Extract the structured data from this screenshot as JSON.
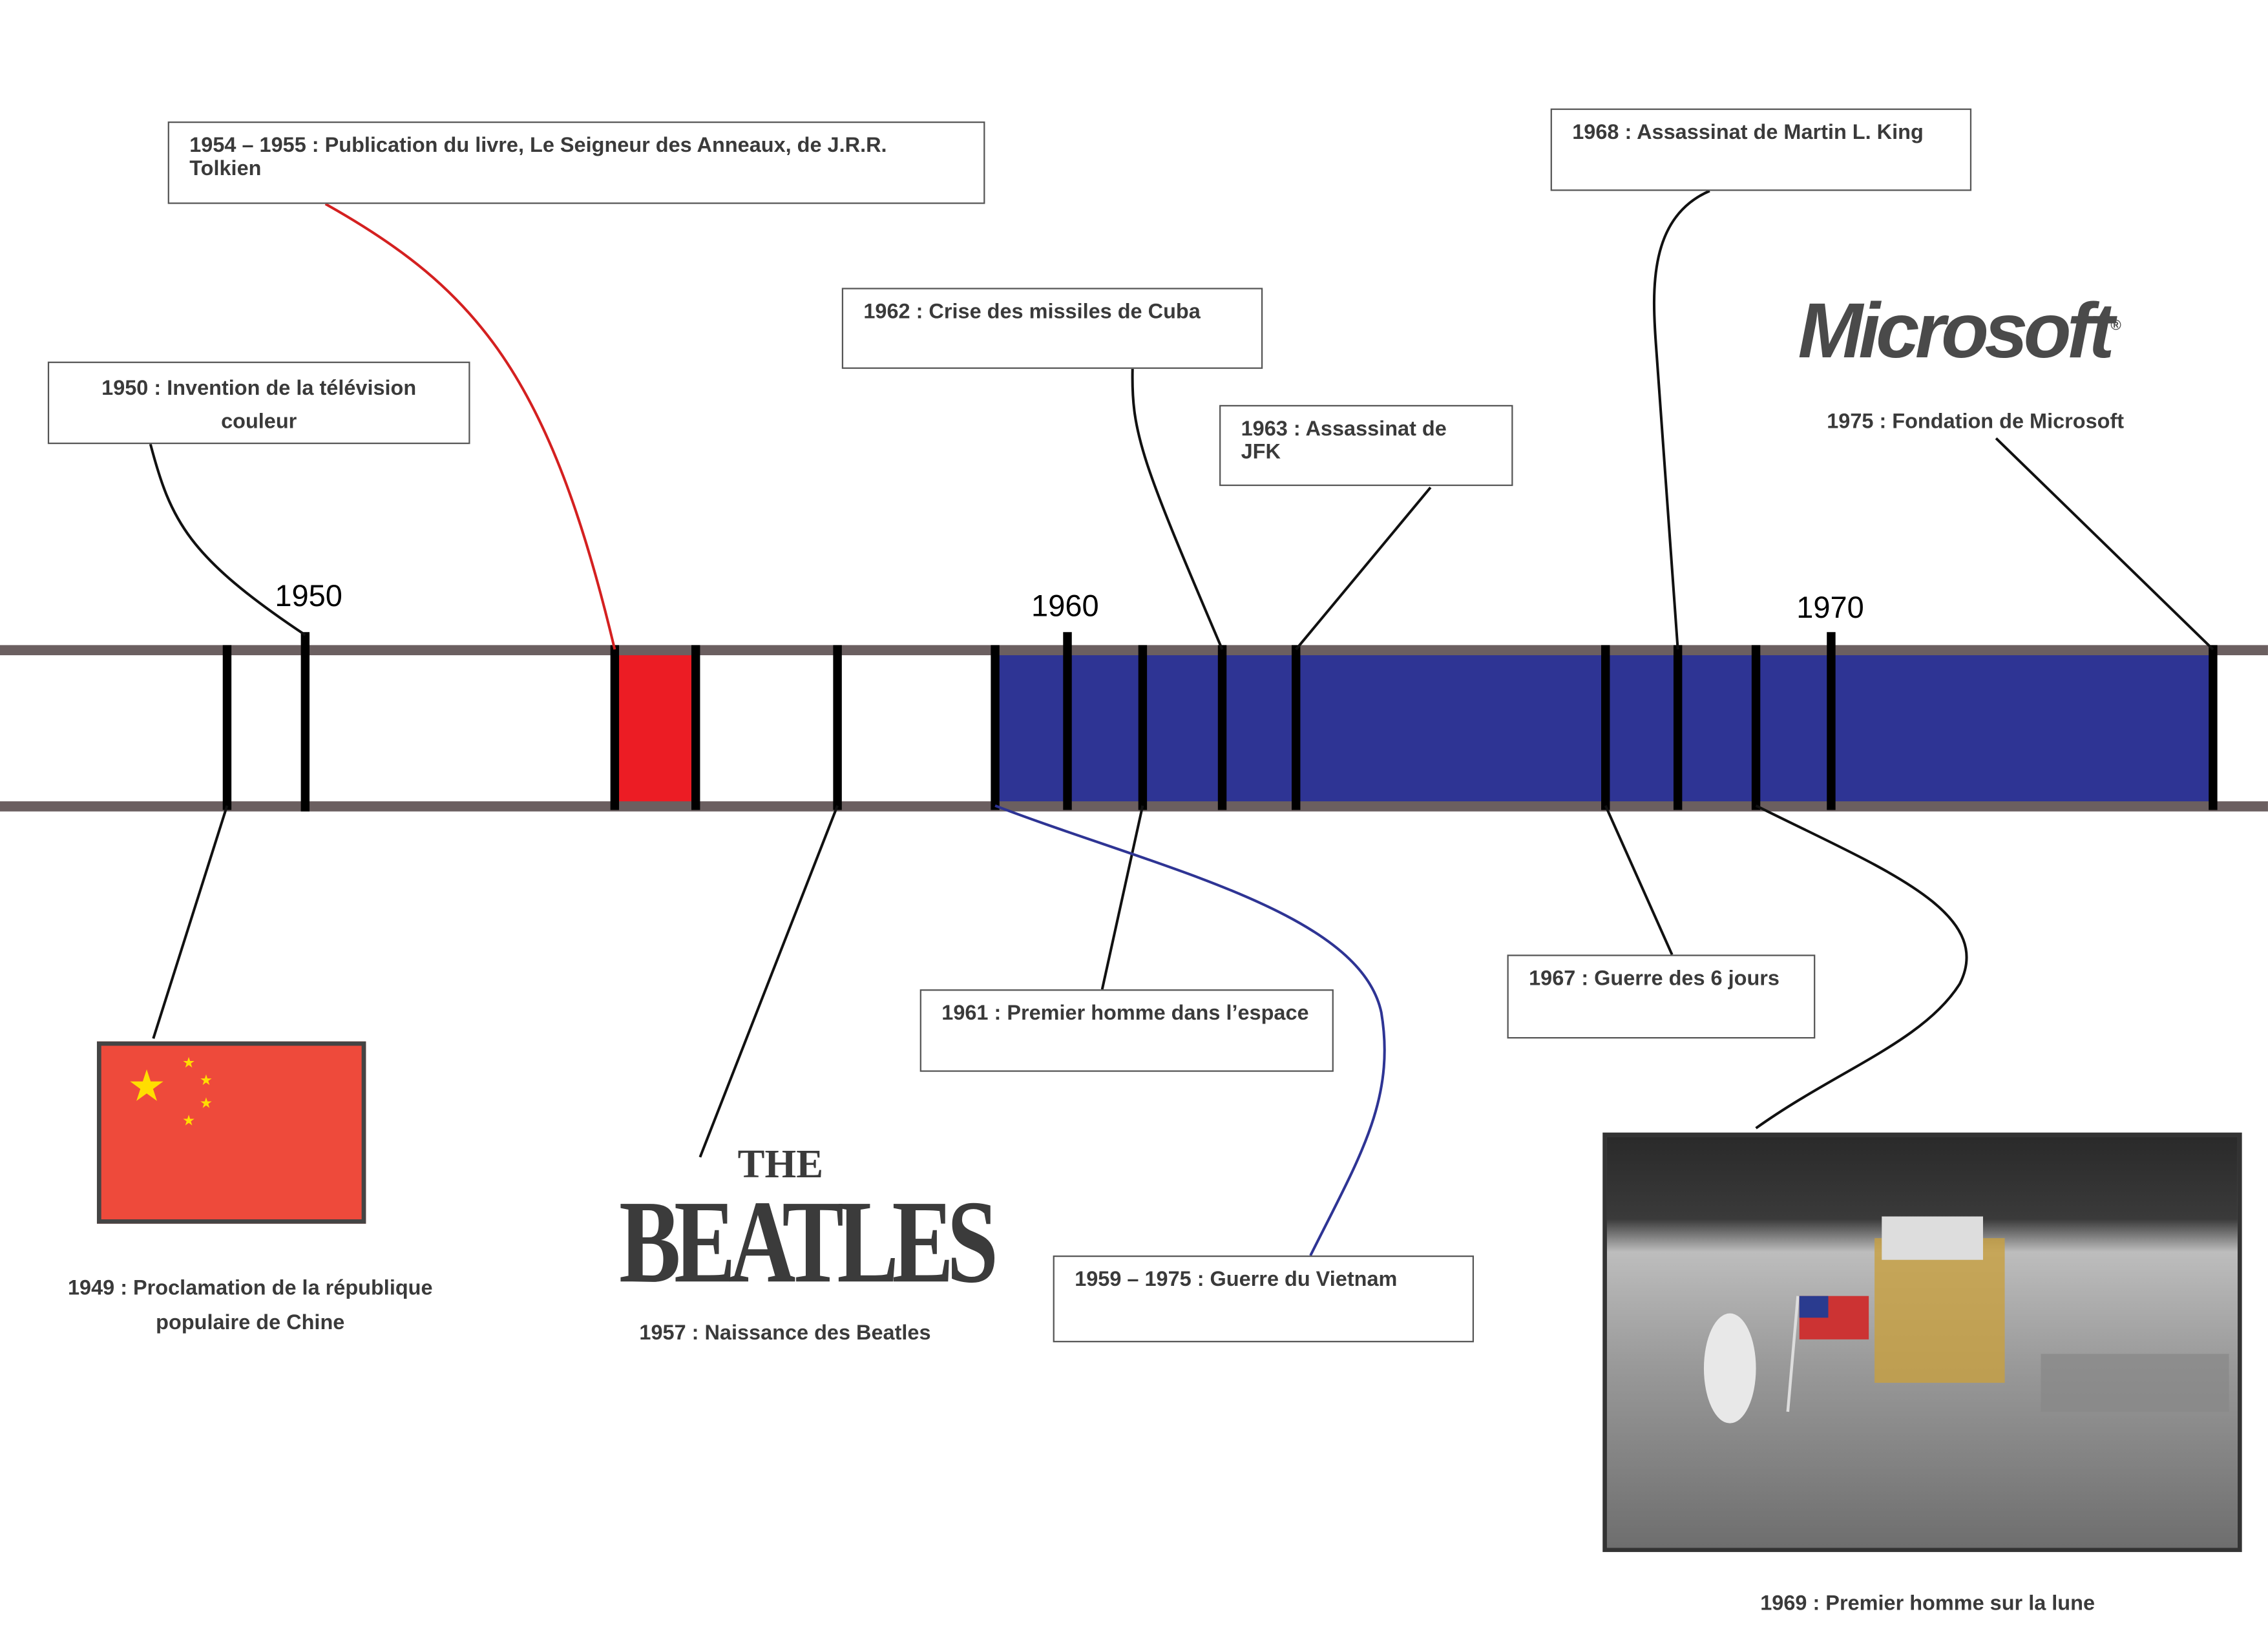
{
  "timeline": {
    "year_labels": [
      "1950",
      "1960",
      "1970"
    ],
    "colors": {
      "axis": "#6b5f60",
      "highlight_1954_1955": "#ec1c24",
      "highlight_1959_1975": "#2e3494",
      "tick": "#000000"
    }
  },
  "events": {
    "tolkien": "1954 – 1955 : Publication du livre, Le Seigneur des Anneaux, de J.R.R. Tolkien",
    "mlk": "1968 : Assassinat de Martin L. King",
    "cuba": "1962 : Crise des missiles de Cuba",
    "tv_line1": "1950 : Invention de la télévision",
    "tv_line2": "couleur",
    "jfk": "1963 : Assassinat de JFK",
    "microsoft": "1975 : Fondation de Microsoft",
    "space": "1961 : Premier homme dans l’espace",
    "six_days": "1967 : Guerre des 6 jours",
    "vietnam": "1959 – 1975 : Guerre du Vietnam",
    "china_line1": "1949 : Proclamation de la république",
    "china_line2": "populaire de Chine",
    "beatles": "1957 : Naissance des Beatles",
    "moon": "1969 : Premier homme sur la lune"
  },
  "logos": {
    "microsoft": "Microsoft",
    "microsoft_reg": "®",
    "beatles_the": "THE",
    "beatles_name": "BEATLES"
  }
}
